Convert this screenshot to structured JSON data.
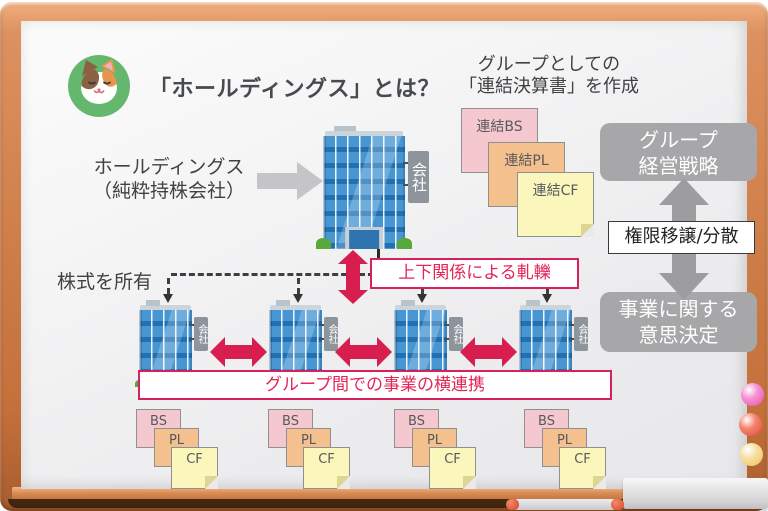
{
  "title": "「ホールディングス」とは？",
  "holdings": {
    "line1": "ホールディングス",
    "line2": "（純粋持株会社）"
  },
  "main_building": {
    "sign": "会社"
  },
  "consolidated": {
    "heading_line1": "グループとしての",
    "heading_line2": "「連結決算書」を作成",
    "notes": {
      "bs": "連結BS",
      "pl": "連結PL",
      "cf": "連結CF"
    }
  },
  "labels": {
    "own_shares": "株式を所有",
    "vertical_friction": "上下関係による軋轢",
    "horizontal_collaboration": "グループ間での事業の横連携"
  },
  "right_panel": {
    "group_strategy_line1": "グループ",
    "group_strategy_line2": "経営戦略",
    "delegation": "権限移譲/分散",
    "business_decision_line1": "事業に関する",
    "business_decision_line2": "意思決定"
  },
  "subsidiaries": {
    "sign": "会社",
    "notes": {
      "bs": "BS",
      "pl": "PL",
      "cf": "CF"
    }
  },
  "icons": {
    "avatar": "cat-face-icon",
    "gray_right_arrow": "right-arrow-icon",
    "red_vertical_arrow": "up-down-arrow-icon",
    "red_horizontal_arrow": "left-right-arrow-icon",
    "gray_vertical_arrow": "up-down-arrow-icon",
    "magnets": [
      "pink-magnet",
      "red-magnet",
      "yellow-magnet"
    ],
    "tray": [
      "marker-pen",
      "board-eraser"
    ]
  },
  "colors": {
    "accent_red": "#d6215c",
    "red_text": "#e32558",
    "gray_box": "#a7a7a9",
    "building_blue": "#2678ba",
    "note_pink": "#f5c8d0",
    "note_orange": "#f4c08e",
    "note_yellow": "#faf6bc",
    "frame_wood": "#cf7f4a",
    "avatar_green": "#65b76e"
  }
}
